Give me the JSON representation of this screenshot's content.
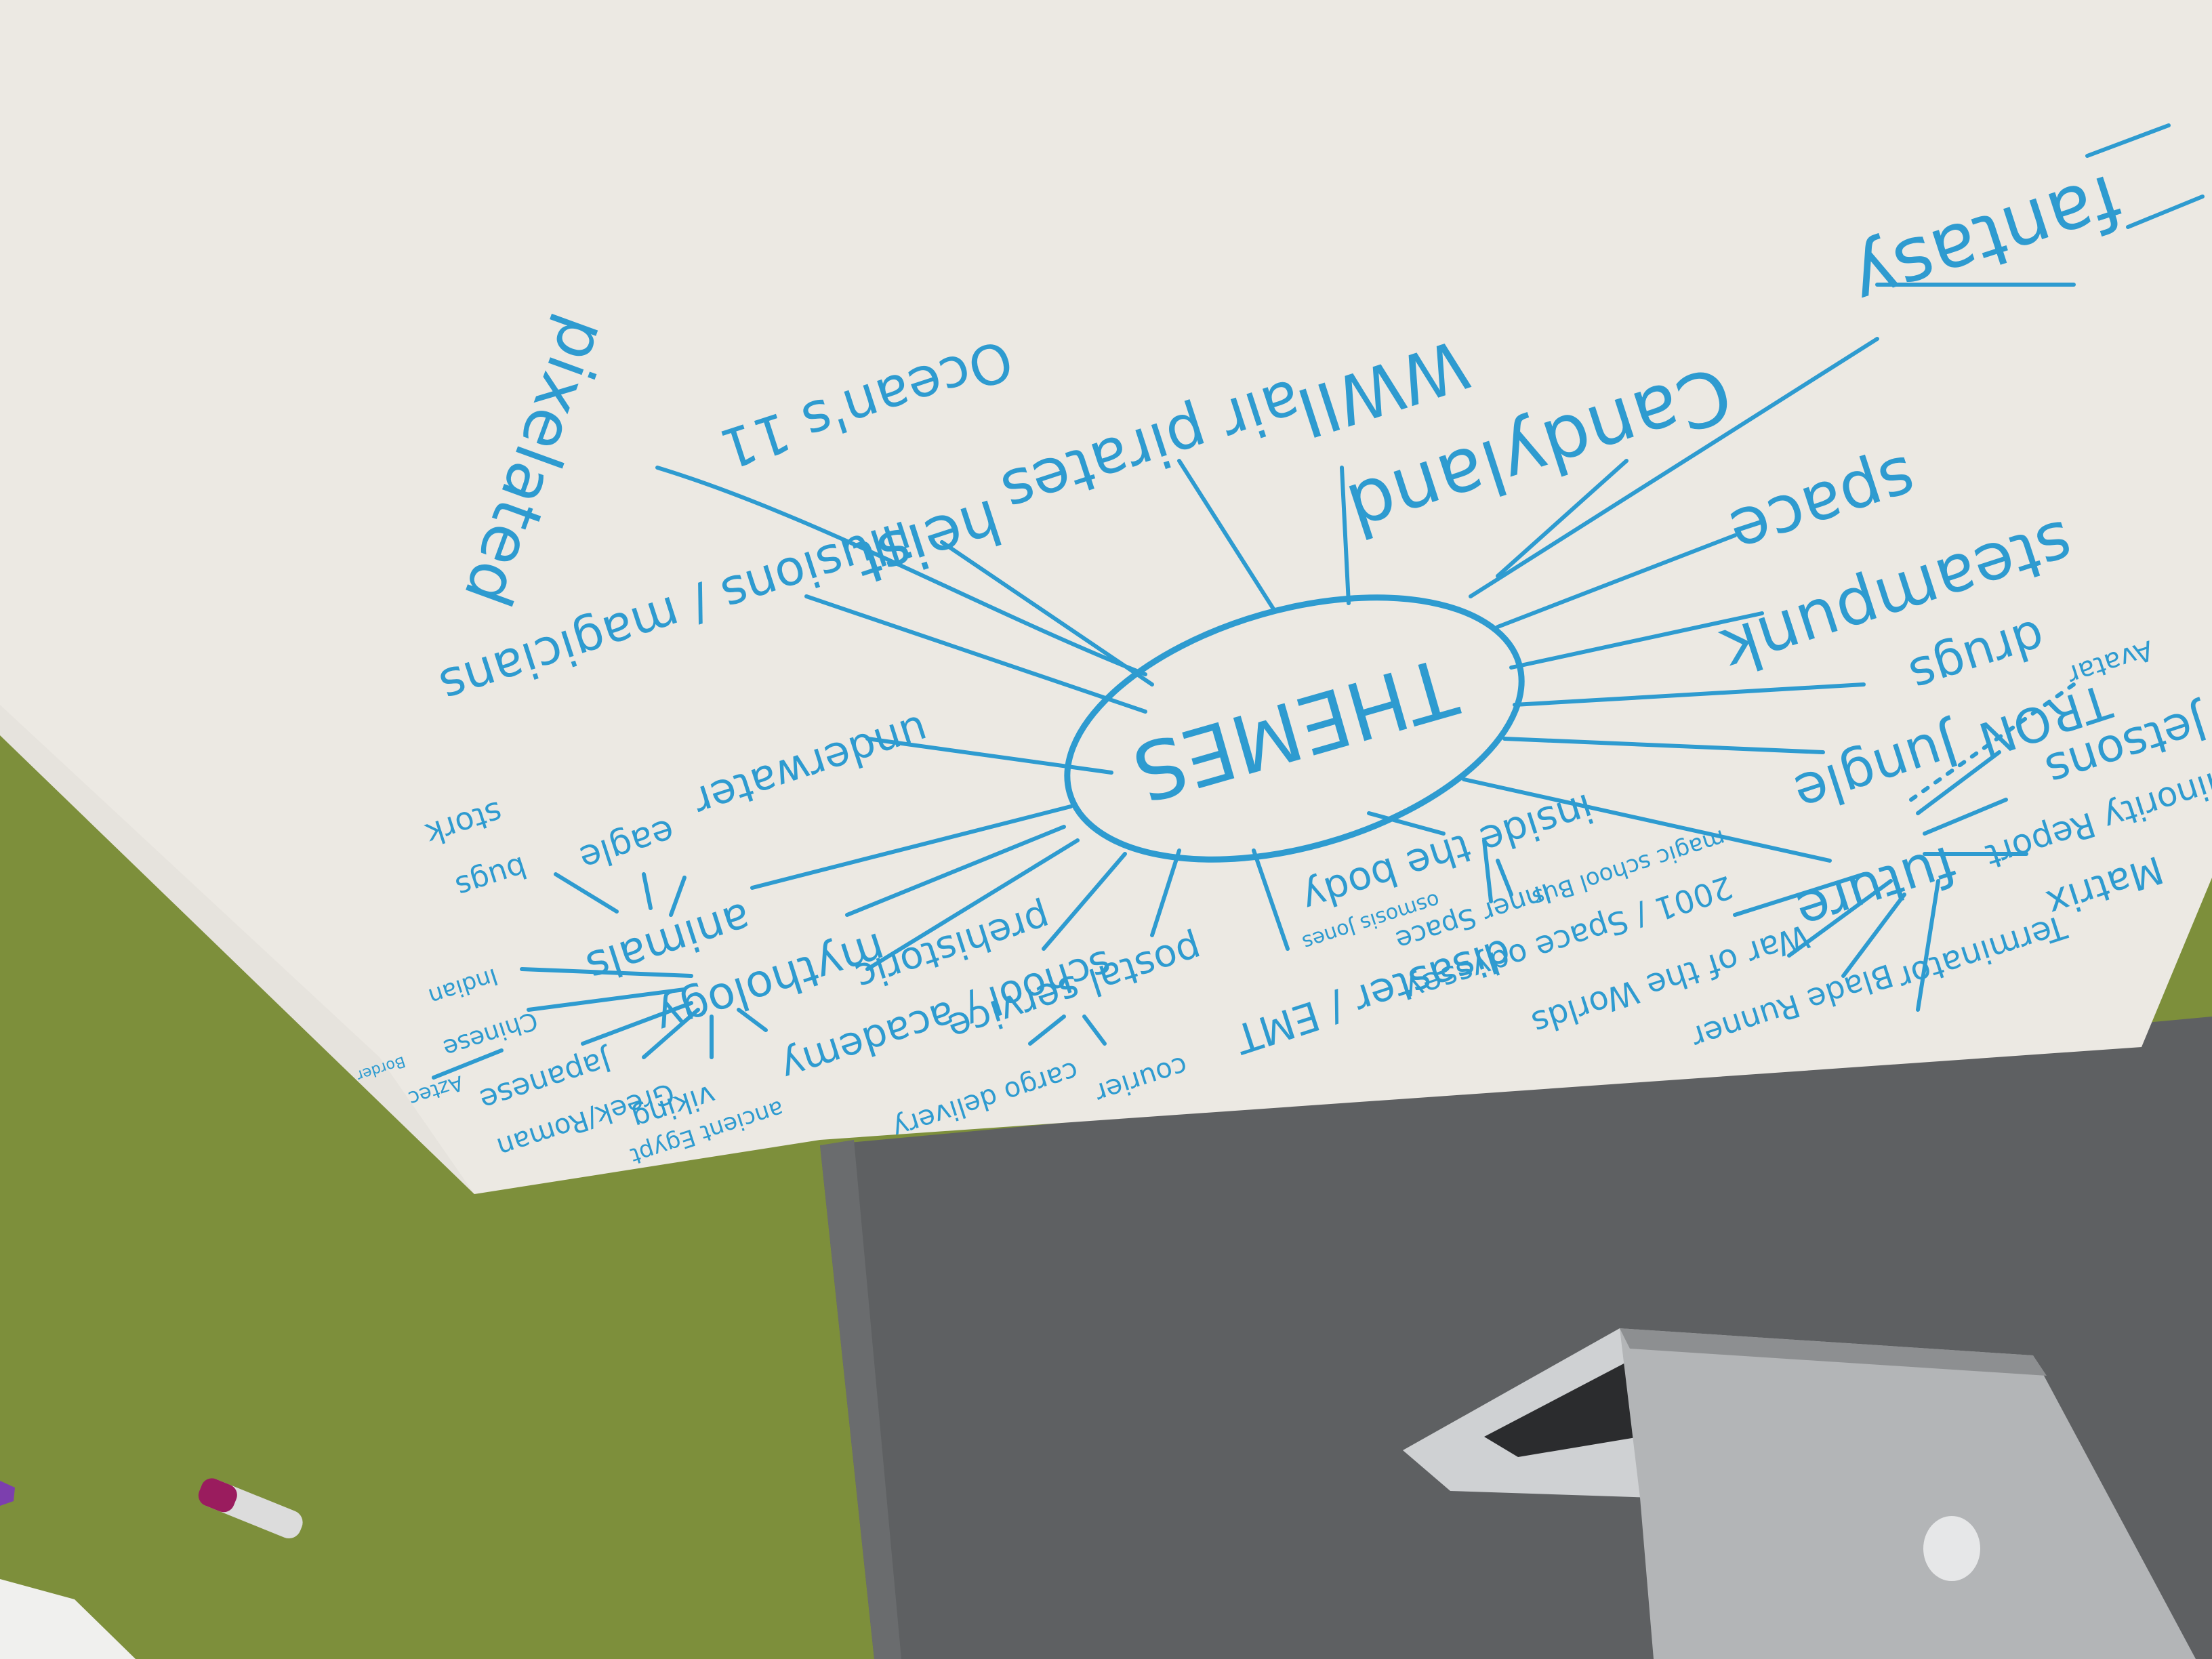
{
  "colors": {
    "ink": "#2e9bd0",
    "paper": "#ece9e3",
    "green_carpet": "#7d8f3b",
    "gray_carpet": "#5e6062",
    "laptop": "#b9bbbd"
  },
  "center": {
    "label": "THEMES"
  },
  "branches": {
    "fantasy": "fantasy",
    "space": "space",
    "steampunk": "steampunk",
    "candyland": "Candyland",
    "wwii": "WWII",
    "air_pirates": "air pirates",
    "heist": "heist",
    "oceans11": "Ocean's 11",
    "illusions_magicians": "illusions / magicians",
    "pixelated": "pixelated",
    "underwater": "underwater",
    "animals": "animals",
    "eagle": "eagle",
    "stork": "stork",
    "bugs": "bugs",
    "mythology": "mythology",
    "indian": "Indian",
    "chinese": "Chinese",
    "japanese": "Japanese",
    "greek_roman": "Greek/Roman",
    "viking": "viking",
    "ancient_egypt": "ancient Egypt",
    "aztec": "Aztec",
    "border": "Border",
    "prehistoric": "prehistoric",
    "school_academy": "school / academy",
    "postal_service": "postal service",
    "courier": "courier",
    "cargo_delivery": "cargo delivery",
    "disaster_emt": "disaster / EMT",
    "inside_body": "inside the body",
    "inner_space": "Inner Space",
    "osmosis_jones": "osmosis Jones",
    "magic_school_bus": "magic school Bus",
    "odyssey": "2001 / Space odyssey",
    "war_worlds": "War of the Worlds",
    "blade_runner": "Blade Runner",
    "terminator": "Terminator",
    "future": "future",
    "matrix": "Matrix",
    "minority_report": "Minority Report",
    "jetsons": "Jetsons",
    "tron": "TRON",
    "avatar": "Avatar",
    "jungle": "Jungle",
    "drugs": "drugs"
  }
}
